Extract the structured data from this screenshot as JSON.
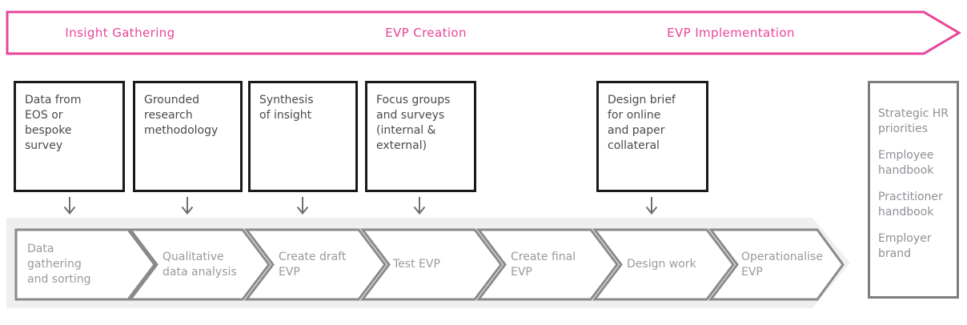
{
  "banner": {
    "phases": [
      "Insight Gathering",
      "EVP Creation",
      "EVP Implementation"
    ]
  },
  "input_boxes": [
    {
      "lines": [
        "Data from",
        "EOS or",
        "bespoke",
        "survey"
      ]
    },
    {
      "lines": [
        "Grounded",
        "research",
        "methodology"
      ]
    },
    {
      "lines": [
        "Synthesis",
        "of insight"
      ]
    },
    {
      "lines": [
        "Focus groups",
        "and surveys",
        "(internal &",
        "external)"
      ]
    },
    {
      "lines": [
        "Design brief",
        "for online",
        "and paper",
        "collateral"
      ]
    }
  ],
  "process_steps": [
    {
      "lines": [
        "Data",
        "gathering",
        "and sorting"
      ]
    },
    {
      "lines": [
        "Qualitative",
        "data analysis"
      ]
    },
    {
      "lines": [
        "Create draft",
        "EVP"
      ]
    },
    {
      "lines": [
        "Test EVP"
      ]
    },
    {
      "lines": [
        "Create final",
        "EVP"
      ]
    },
    {
      "lines": [
        "Design work"
      ]
    },
    {
      "lines": [
        "Operationalise",
        "EVP"
      ]
    }
  ],
  "outputs": {
    "items": [
      {
        "lines": [
          "Strategic HR",
          "priorities"
        ]
      },
      {
        "lines": [
          "Employee",
          "handbook"
        ]
      },
      {
        "lines": [
          "Practitioner",
          "handbook"
        ]
      },
      {
        "lines": [
          "Employer",
          "brand"
        ]
      }
    ]
  },
  "colors": {
    "background": "#ffffff",
    "pink": "#e8449a",
    "band": "#efefef",
    "chevron_border": "#8a8a8a",
    "chevron_text": "#9a9a9a",
    "input_border": "#1a1a1a",
    "input_text": "#4a4a4a",
    "output_border": "#7d7d7d",
    "output_text": "#8f9097",
    "arrow": "#6f6f6f"
  }
}
